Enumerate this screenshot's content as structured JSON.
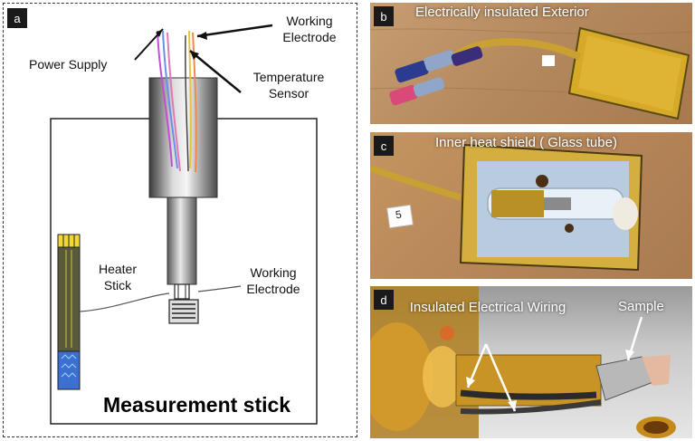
{
  "panel_a": {
    "tag": "a",
    "labels": {
      "power_supply": "Power Supply",
      "working_electrode_top": "Working Electrode",
      "temperature_sensor": "Temperature Sensor",
      "heater_stick": "Heater Stick",
      "working_electrode_bottom": "Working Electrode",
      "measurement_stick": "Measurement stick"
    }
  },
  "panel_b": {
    "tag": "b",
    "label": "Electrically insulated Exterior"
  },
  "panel_c": {
    "tag": "c",
    "label": "Inner heat shield ( Glass tube)",
    "tube_number": "5"
  },
  "panel_d": {
    "tag": "d",
    "label_wiring": "Insulated Electrical Wiring",
    "label_sample": "Sample"
  }
}
